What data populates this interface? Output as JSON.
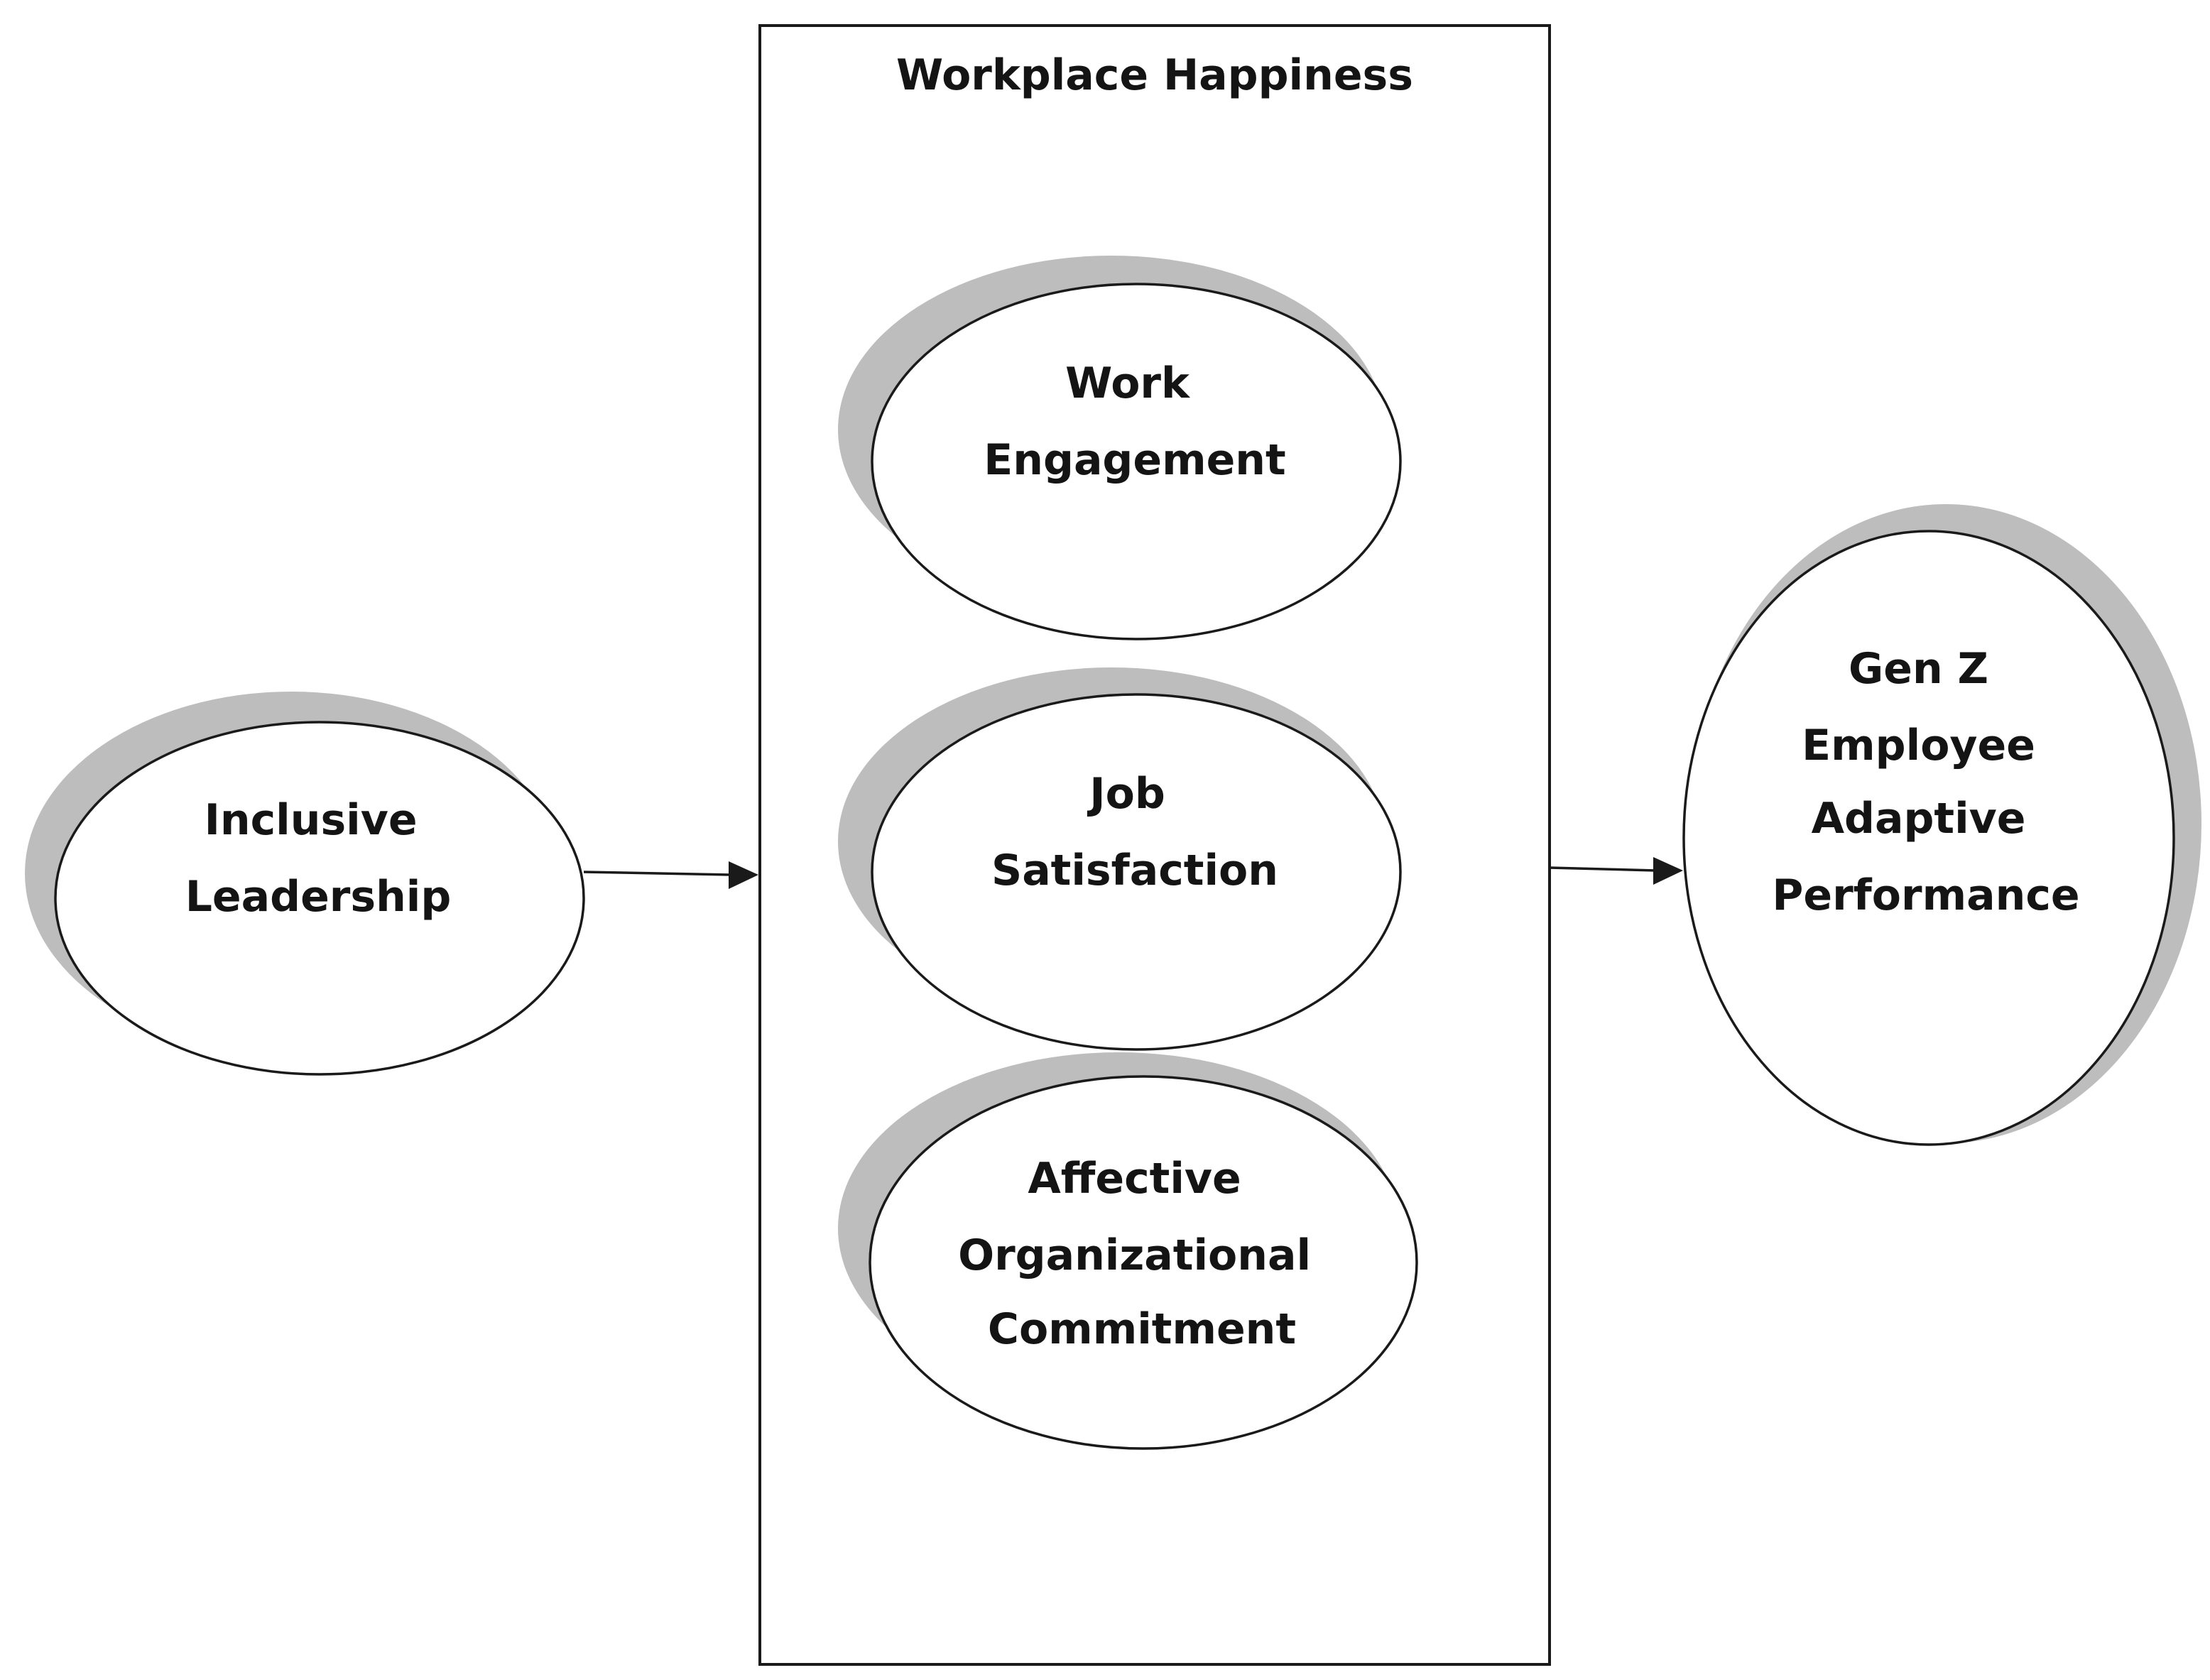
{
  "diagram": {
    "container": {
      "title": "Workplace Happiness"
    },
    "inclusive_leadership": {
      "lines": [
        "Inclusive",
        "Leadership"
      ]
    },
    "work_engagement": {
      "lines": [
        "Work",
        "Engagement"
      ]
    },
    "job_satisfaction": {
      "lines": [
        "Job",
        "Satisfaction"
      ]
    },
    "affective_commitment": {
      "lines": [
        "Affective",
        "Organizational",
        "Commitment"
      ]
    },
    "genz_performance": {
      "lines": [
        "Gen Z",
        "Employee",
        "Adaptive",
        "Performance"
      ]
    },
    "colors": {
      "stroke": "#1a1a1a",
      "shadow": "#bdbdbd",
      "fill": "#ffffff"
    }
  }
}
